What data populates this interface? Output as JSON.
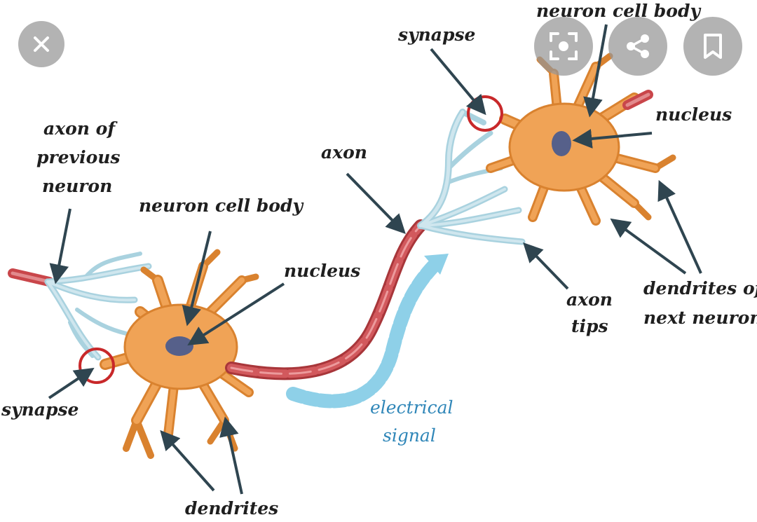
{
  "labels": {
    "axon_of_previous_neuron": [
      "axon of",
      "previous",
      "neuron"
    ],
    "neuron_cell_body_left": "neuron cell body",
    "nucleus_left": "nucleus",
    "synapse_left": "synapse",
    "dendrites": "dendrites",
    "axon": "axon",
    "electrical_signal": [
      "electrical",
      "signal"
    ],
    "synapse_right": "synapse",
    "neuron_cell_body_right": "neuron cell body",
    "nucleus_right": "nucleus",
    "axon_tips": [
      "axon",
      "tips"
    ],
    "dendrites_of_next_neuron": [
      "dendrites of",
      "next neuron"
    ]
  },
  "controls": {
    "close": "close-icon",
    "lens": "lens-icon",
    "share": "share-icon",
    "bookmark": "bookmark-icon"
  },
  "colors": {
    "cell_body": "#f0a356",
    "cell_outline": "#d9822f",
    "nucleus": "#56608a",
    "axon_tips": "#cfe6ee",
    "myelin": "#c9464a",
    "signal_arrow": "#8ed0e8",
    "synapse_circle": "#c8282a",
    "pointer_arrow": "#2f4550",
    "overlay_button": "#969696"
  }
}
